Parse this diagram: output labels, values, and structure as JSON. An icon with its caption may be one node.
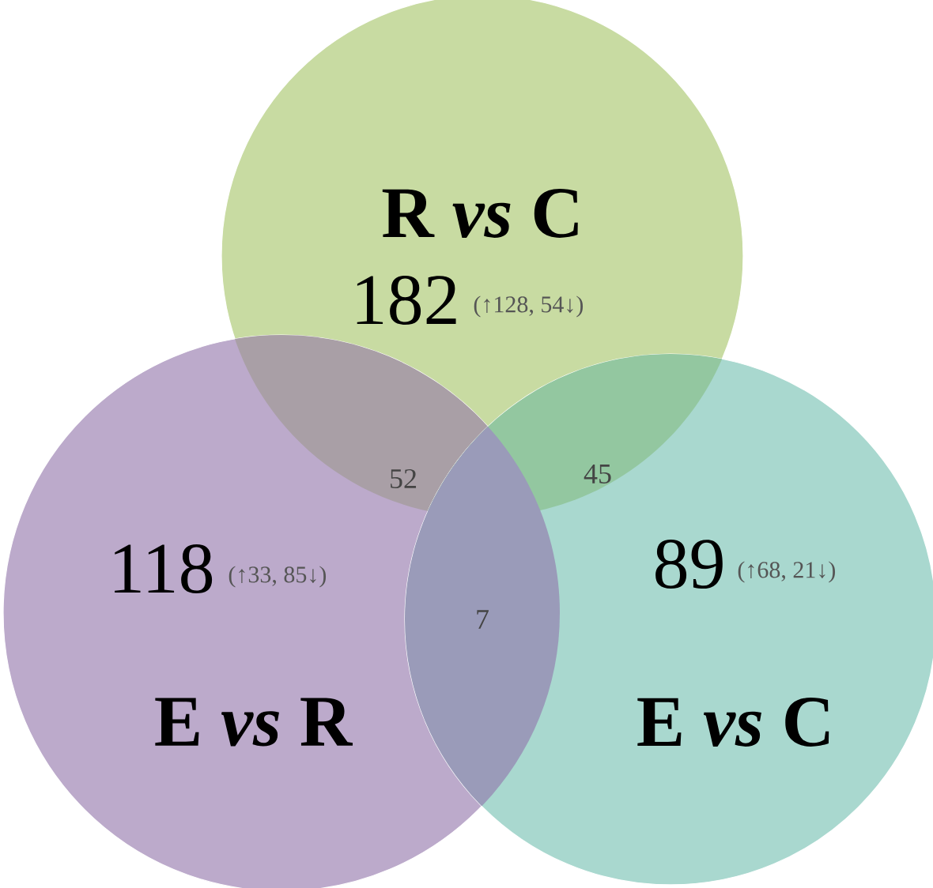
{
  "diagram": {
    "nodes": [
      {
        "text": [
          "R *vs* C",
          "182",
          "(↑128, 54↓)"
        ]
      },
      {
        "text": [
          "118",
          "(↑33, 85↓)",
          "E *vs* R"
        ]
      },
      {
        "text": [
          "89",
          "(↑68, 21↓)",
          "E *vs* C"
        ]
      }
    ],
    "labels": [
      "52",
      "45",
      "7"
    ]
  }
}
